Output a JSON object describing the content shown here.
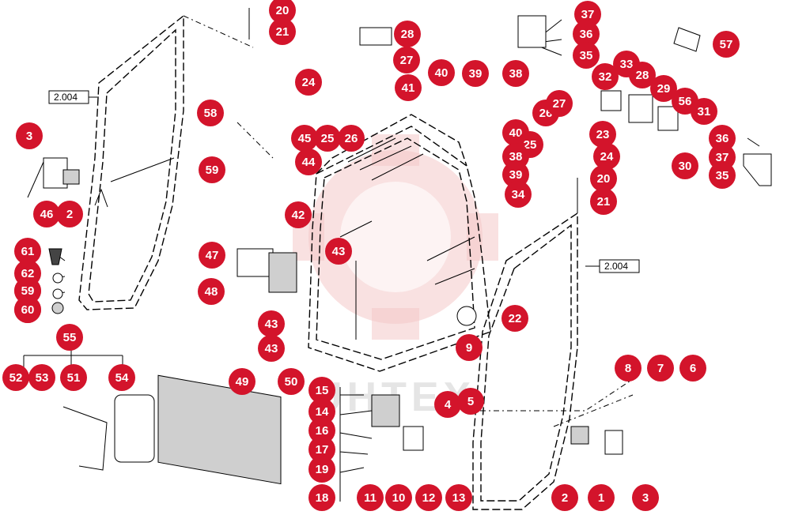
{
  "watermark": {
    "text": "UHTEX"
  },
  "references": [
    {
      "id": "ref-left",
      "label": "2.004"
    },
    {
      "id": "ref-right",
      "label": "2.004"
    }
  ],
  "colors": {
    "callout": "#d3142b",
    "callout_text": "#ffffff",
    "line": "#000000"
  },
  "callouts": [
    "20",
    "21",
    "28",
    "27",
    "24",
    "41",
    "40",
    "39",
    "38",
    "37",
    "36",
    "35",
    "57",
    "33",
    "32",
    "28",
    "29",
    "56",
    "31",
    "26",
    "27",
    "59",
    "58",
    "3",
    "45",
    "25",
    "26",
    "44",
    "40",
    "25",
    "23",
    "38",
    "24",
    "36",
    "37",
    "35",
    "30",
    "42",
    "39",
    "20",
    "34",
    "21",
    "46",
    "2",
    "47",
    "43",
    "61",
    "62",
    "59",
    "60",
    "48",
    "22",
    "43",
    "43",
    "55",
    "9",
    "52",
    "53",
    "51",
    "54",
    "49",
    "50",
    "15",
    "4",
    "5",
    "8",
    "7",
    "6",
    "14",
    "16",
    "17",
    "19",
    "18",
    "11",
    "10",
    "12",
    "13",
    "2",
    "1",
    "3",
    "59",
    "60",
    "2.004"
  ]
}
